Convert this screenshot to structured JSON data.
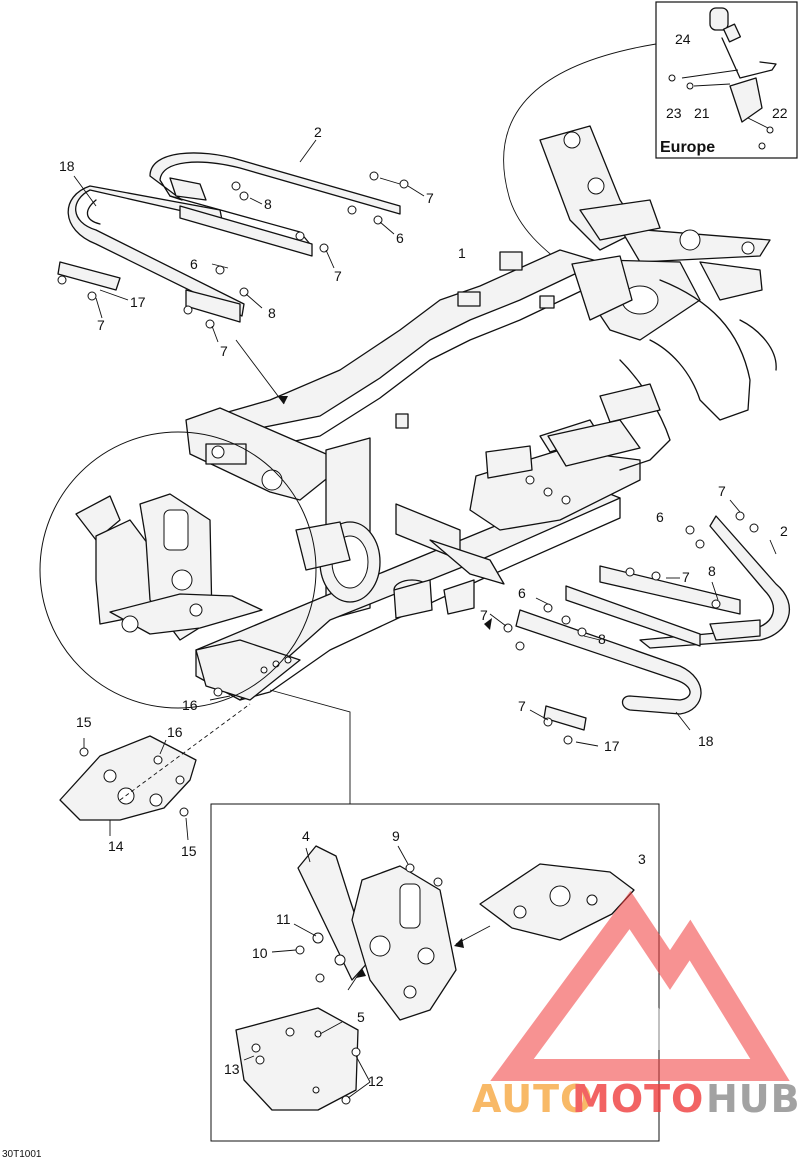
{
  "callouts": {
    "c1": "1",
    "c2a": "2",
    "c2b": "2",
    "c3": "3",
    "c4": "4",
    "c5": "5",
    "c6a": "6",
    "c6b": "6",
    "c6c": "6",
    "c6d": "6",
    "c7a": "7",
    "c7b": "7",
    "c7c": "7",
    "c7d": "7",
    "c7e": "7",
    "c7f": "7",
    "c7g": "7",
    "c7h": "7",
    "c8a": "8",
    "c8b": "8",
    "c8c": "8",
    "c8d": "8",
    "c9": "9",
    "c10": "10",
    "c11": "11",
    "c12": "12",
    "c13": "13",
    "c14": "14",
    "c15a": "15",
    "c15b": "15",
    "c16a": "16",
    "c16b": "16",
    "c17a": "17",
    "c17b": "17",
    "c18a": "18",
    "c18b": "18",
    "c21": "21",
    "c22": "22",
    "c23": "23",
    "c24": "24"
  },
  "inset_europe": {
    "label": "Europe"
  },
  "figure_code": "30T1001",
  "watermark": {
    "part1": "AUTO",
    "part2": "MOTO",
    "part3": "HUB",
    "colors": {
      "orange": "#f7a842",
      "red": "#ef3d3d",
      "gray": "#8c8c8c"
    }
  }
}
